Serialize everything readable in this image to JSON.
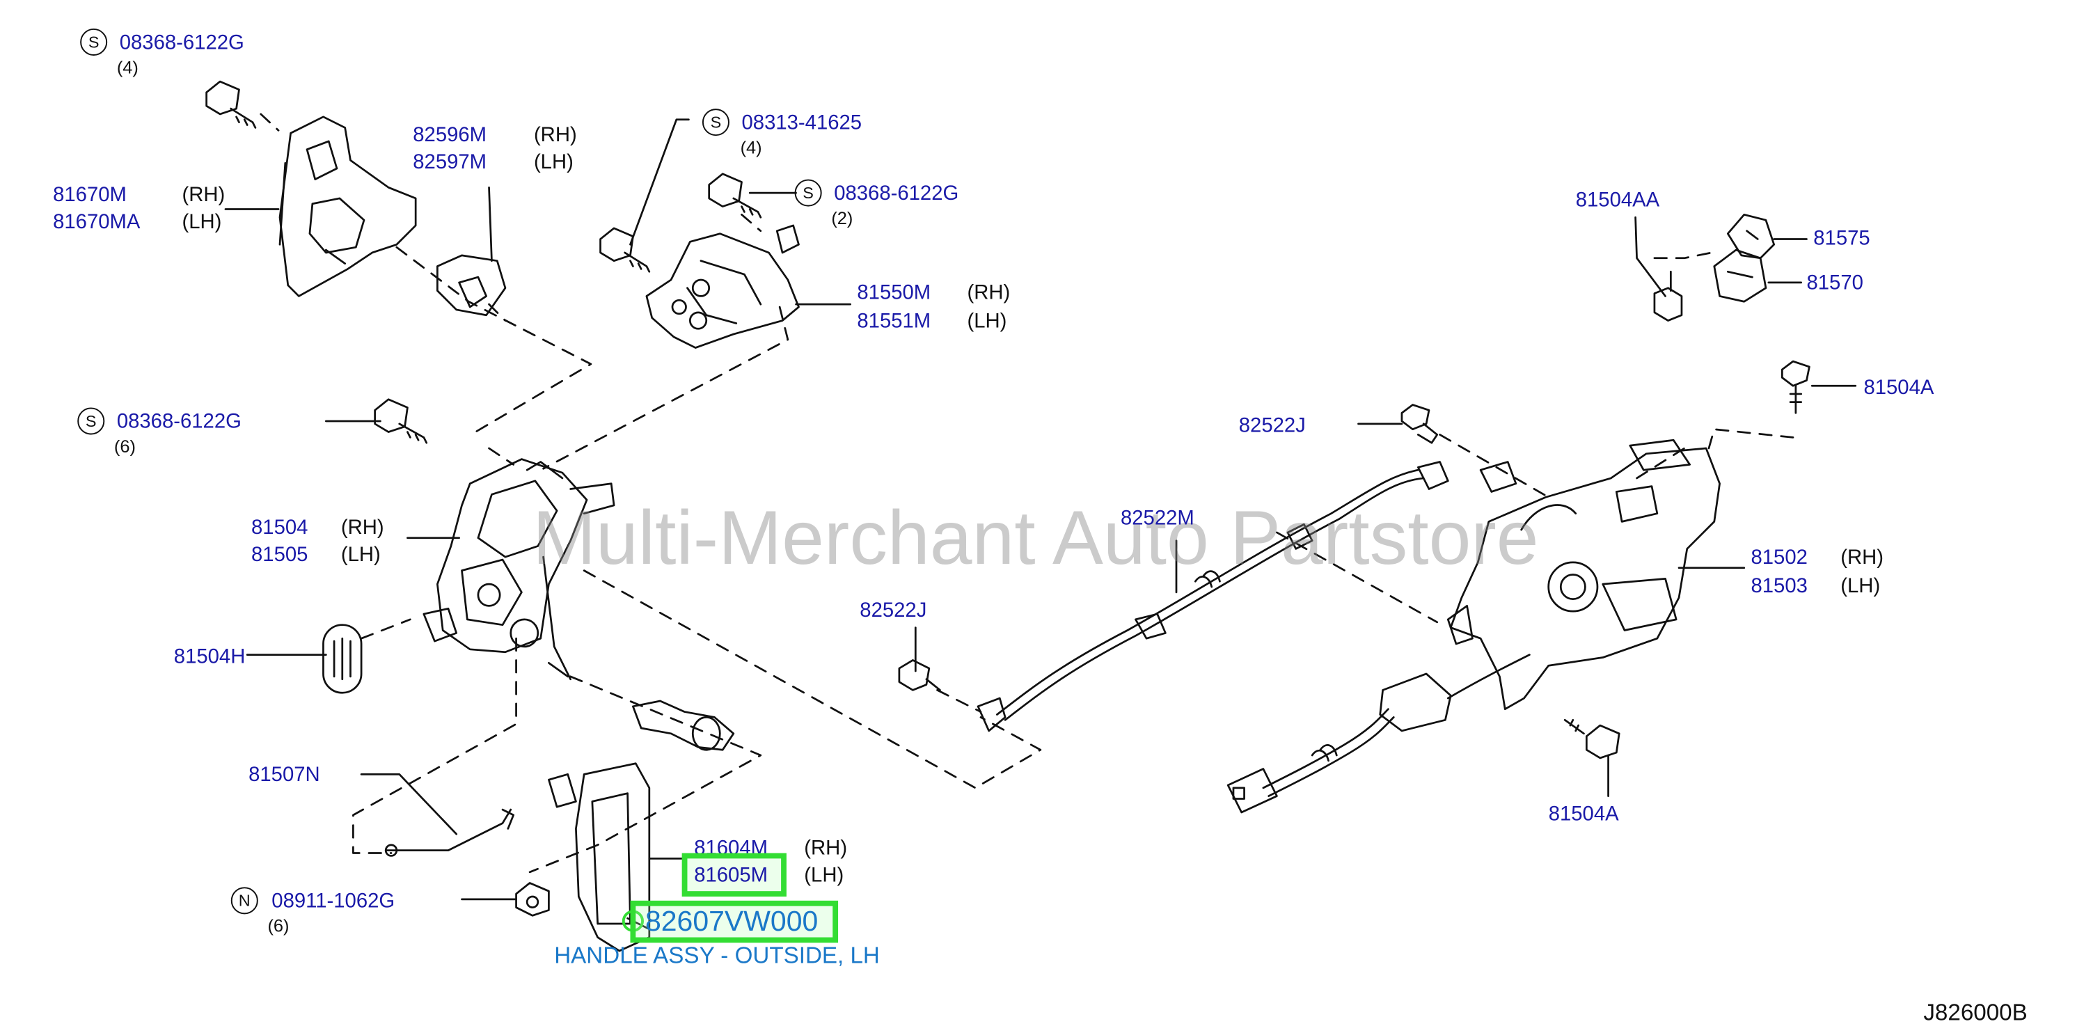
{
  "diagram": {
    "code": "J826000B",
    "watermark": "Multi-Merchant Auto Partstore",
    "highlight": {
      "part_number": "82607VW000",
      "description": "HANDLE ASSY - OUTSIDE, LH",
      "ref_label": "81605M",
      "color": "#33dd33"
    },
    "fasteners": {
      "s_bolt_top": {
        "mark": "S",
        "number": "08368-6122G",
        "qty": "(4)"
      },
      "s_bolt_actuator": {
        "mark": "S",
        "number": "08313-41625",
        "qty": "(4)"
      },
      "s_bolt_mid": {
        "mark": "S",
        "number": "08368-6122G",
        "qty": "(2)"
      },
      "s_bolt_latch": {
        "mark": "S",
        "number": "08368-6122G",
        "qty": "(6)"
      },
      "n_nut": {
        "mark": "N",
        "number": "08911-1062G",
        "qty": "(6)"
      }
    },
    "parts": {
      "p82596m": {
        "number": "82596M",
        "side": "(RH)"
      },
      "p82597m": {
        "number": "82597M",
        "side": "(LH)"
      },
      "p81670m": {
        "number": "81670M",
        "side": "(RH)"
      },
      "p81670ma": {
        "number": "81670MA",
        "side": "(LH)"
      },
      "p81550m": {
        "number": "81550M",
        "side": "(RH)"
      },
      "p81551m": {
        "number": "81551M",
        "side": "(LH)"
      },
      "p81504aa": {
        "number": "81504AA"
      },
      "p81575": {
        "number": "81575"
      },
      "p81570": {
        "number": "81570"
      },
      "p81504a_top": {
        "number": "81504A"
      },
      "p82522j_top": {
        "number": "82522J"
      },
      "p81504": {
        "number": "81504",
        "side": "(RH)"
      },
      "p81505": {
        "number": "81505",
        "side": "(LH)"
      },
      "p82522m": {
        "number": "82522M"
      },
      "p81502": {
        "number": "81502",
        "side": "(RH)"
      },
      "p81503": {
        "number": "81503",
        "side": "(LH)"
      },
      "p82522j_mid": {
        "number": "82522J"
      },
      "p81504h": {
        "number": "81504H"
      },
      "p81507n": {
        "number": "81507N"
      },
      "p81604m": {
        "number": "81604M",
        "side": "(RH)"
      },
      "p81605m_side": "(LH)",
      "p81504a_bottom": {
        "number": "81504A"
      }
    },
    "colors": {
      "label": "#1a1aa8",
      "highlight_text": "#1a78c8",
      "line": "#111111"
    }
  }
}
